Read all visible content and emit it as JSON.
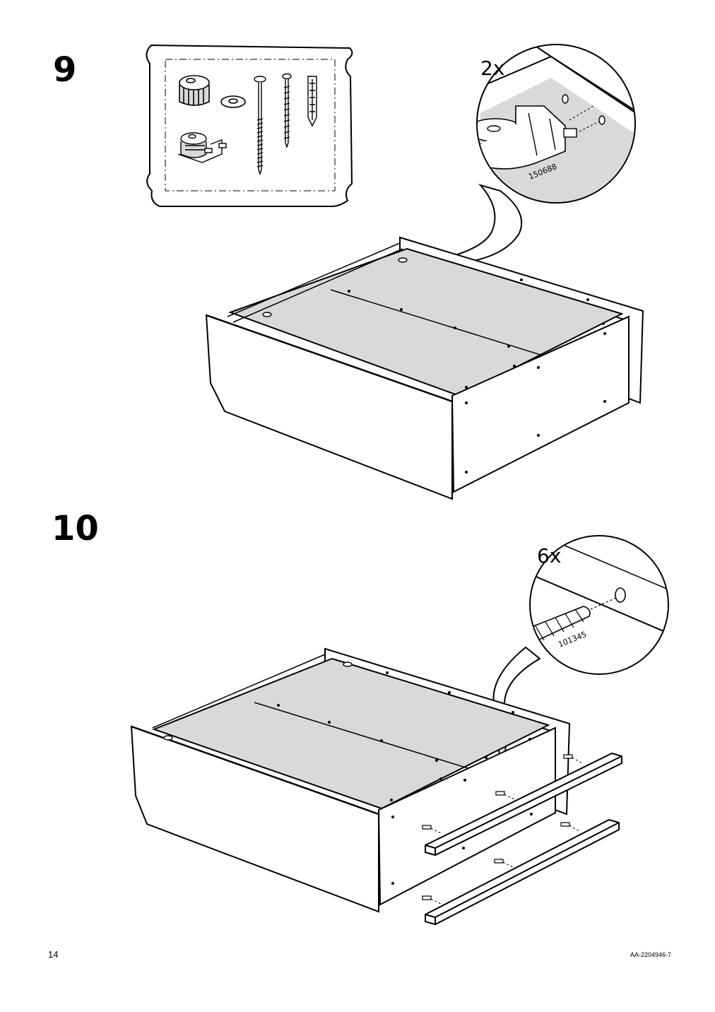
{
  "steps": [
    {
      "number": "9",
      "callout": {
        "quantity": "2x",
        "part_number": "150688",
        "part": "adjustable-foot"
      },
      "parts_bag": [
        "cap",
        "washer",
        "long-screw",
        "screw",
        "wall-plug",
        "adjustable-foot"
      ]
    },
    {
      "number": "10",
      "callout": {
        "quantity": "6x",
        "part_number": "101345",
        "part": "wooden-dowel"
      }
    }
  ],
  "footer": {
    "page_number": "14",
    "document_code": "AA-2204946-7"
  },
  "colors": {
    "line": "#000000",
    "fill_grey": "#d9d9d9",
    "background": "#ffffff"
  }
}
